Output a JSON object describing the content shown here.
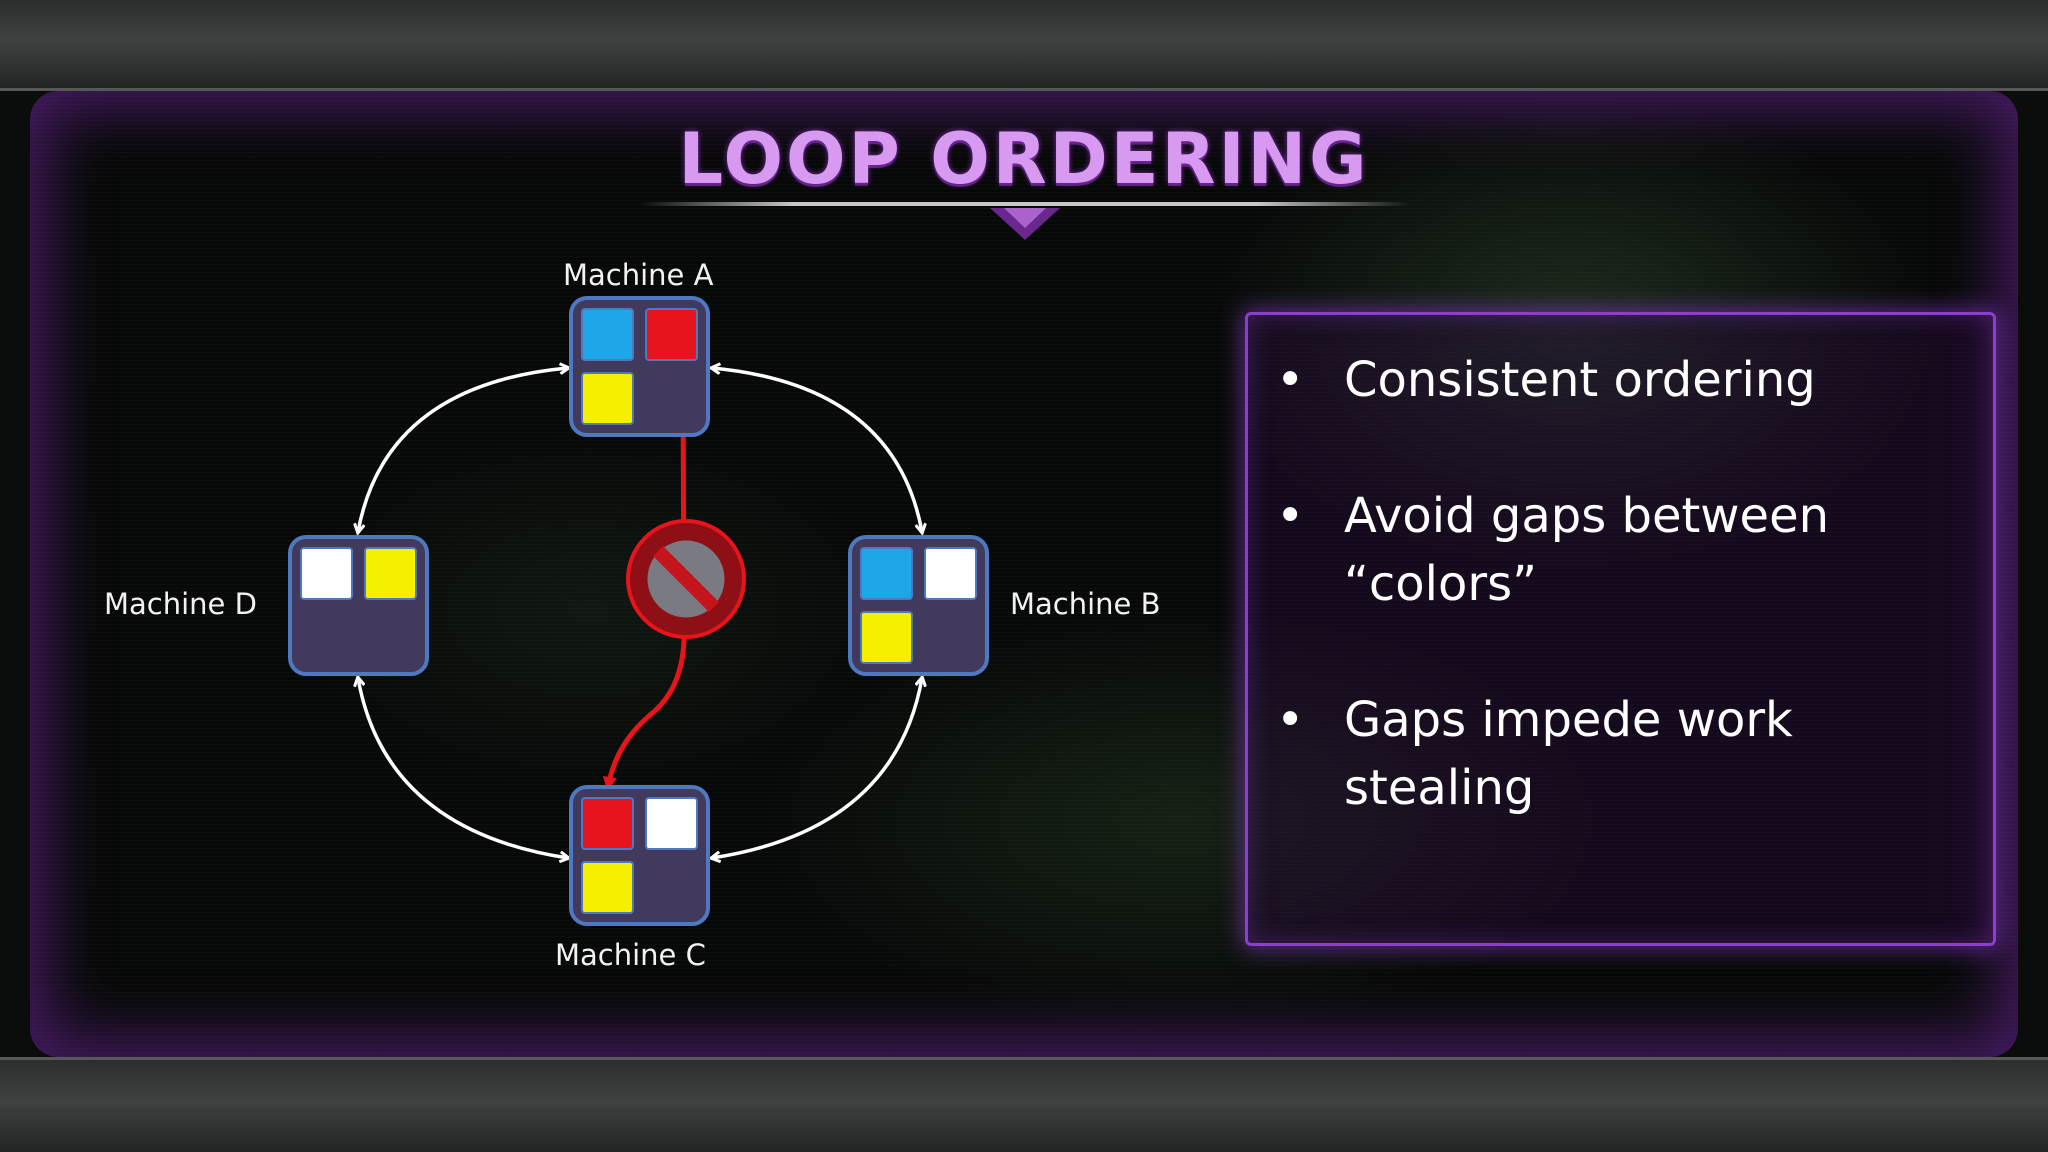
{
  "slide": {
    "title": "LOOP ORDERING",
    "accent_color": "#d89af0",
    "frame_glow_color": "#8b3ed0"
  },
  "diagram": {
    "machines": [
      {
        "id": "a",
        "label": "Machine A",
        "cells": [
          "#1ea6e8",
          "#e8141c",
          "#f5f000",
          null
        ]
      },
      {
        "id": "b",
        "label": "Machine B",
        "cells": [
          "#1ea6e8",
          "#ffffff",
          "#f5f000",
          null
        ]
      },
      {
        "id": "c",
        "label": "Machine C",
        "cells": [
          "#e8141c",
          "#ffffff",
          "#f5f000",
          null
        ]
      },
      {
        "id": "d",
        "label": "Machine D",
        "cells": [
          "#ffffff",
          "#f5f000",
          null,
          null
        ]
      }
    ],
    "ring_arrow_color": "#ffffff",
    "blocked_arrow_color": "#e8141c",
    "icons": {
      "prohibited": "no-entry-icon"
    }
  },
  "panel": {
    "bullets": [
      {
        "marker": "•",
        "text": "Consistent ordering"
      },
      {
        "marker": "•",
        "text": "Avoid gaps between “colors”"
      },
      {
        "marker": "•",
        "text": "Gaps impede work stealing"
      }
    ]
  }
}
